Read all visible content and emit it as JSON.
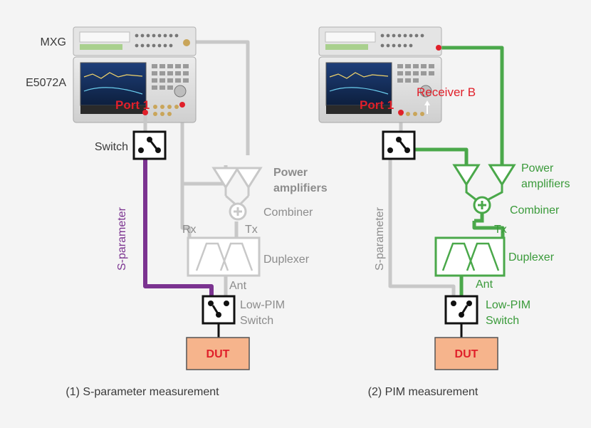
{
  "colors": {
    "gray_path": "#c8c8c8",
    "purple_path": "#7b3390",
    "green_path": "#4aa84a",
    "red_label": "#e0202a",
    "label_dark": "#3a3a3a",
    "label_gray": "#8c8c8c",
    "label_green": "#3a9a3a",
    "dut_fill": "#f6b48c",
    "instrument_body": "#e6e6e6"
  },
  "labels": {
    "mxg": "MXG",
    "e5072a": "E5072A",
    "switch": "Switch",
    "port1": "Port 1",
    "receiver_b": "Receiver B",
    "power_amplifiers_line1": "Power",
    "power_amplifiers_line2": "amplifiers",
    "combiner": "Combiner",
    "rx": "Rx",
    "tx": "Tx",
    "duplexer": "Duplexer",
    "ant": "Ant",
    "low_pim_line1": "Low-PIM",
    "low_pim_line2": "Switch",
    "s_parameter": "S-parameter",
    "dut": "DUT"
  },
  "panels": [
    {
      "caption": "(1) S-parameter measurement"
    },
    {
      "caption": "(2) PIM measurement"
    }
  ]
}
